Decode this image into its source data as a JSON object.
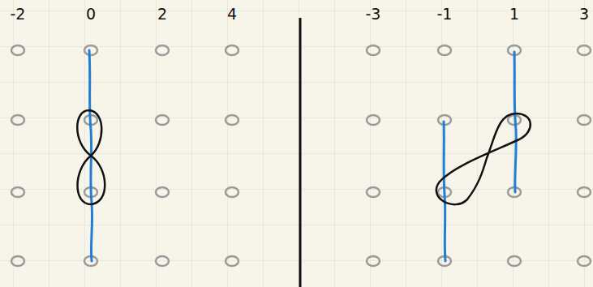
{
  "diagram": {
    "labels": [
      "-2",
      "0",
      "2",
      "4",
      "-3",
      "-1",
      "1",
      "3"
    ]
  }
}
